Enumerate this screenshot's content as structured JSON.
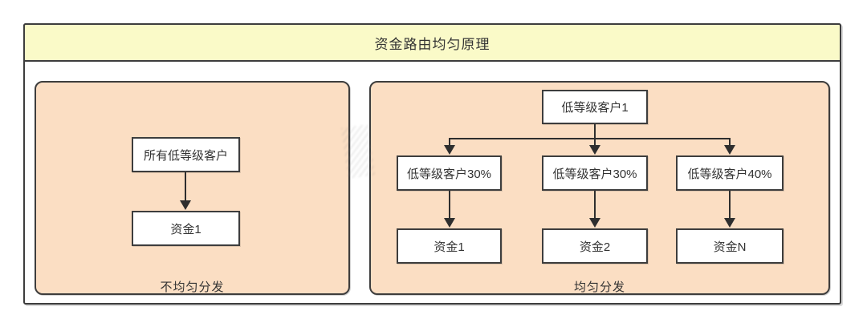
{
  "title": "资金路由均匀原理",
  "panels": {
    "left": {
      "caption": "不均匀分发",
      "source_node": "所有低等级客户",
      "fund_node": "资金1"
    },
    "right": {
      "caption": "均匀分发",
      "root_node": "低等级客户1",
      "client_nodes": [
        "低等级客户30%",
        "低等级客户30%",
        "低等级客户40%"
      ],
      "fund_nodes": [
        "资金1",
        "资金2",
        "资金N"
      ]
    }
  },
  "colors": {
    "title_bg": "#fafac8",
    "panel_bg": "#fbdec3",
    "border": "#3d3d3d",
    "node_bg": "#ffffff",
    "text": "#333333",
    "arrow": "#2e2e2e"
  }
}
